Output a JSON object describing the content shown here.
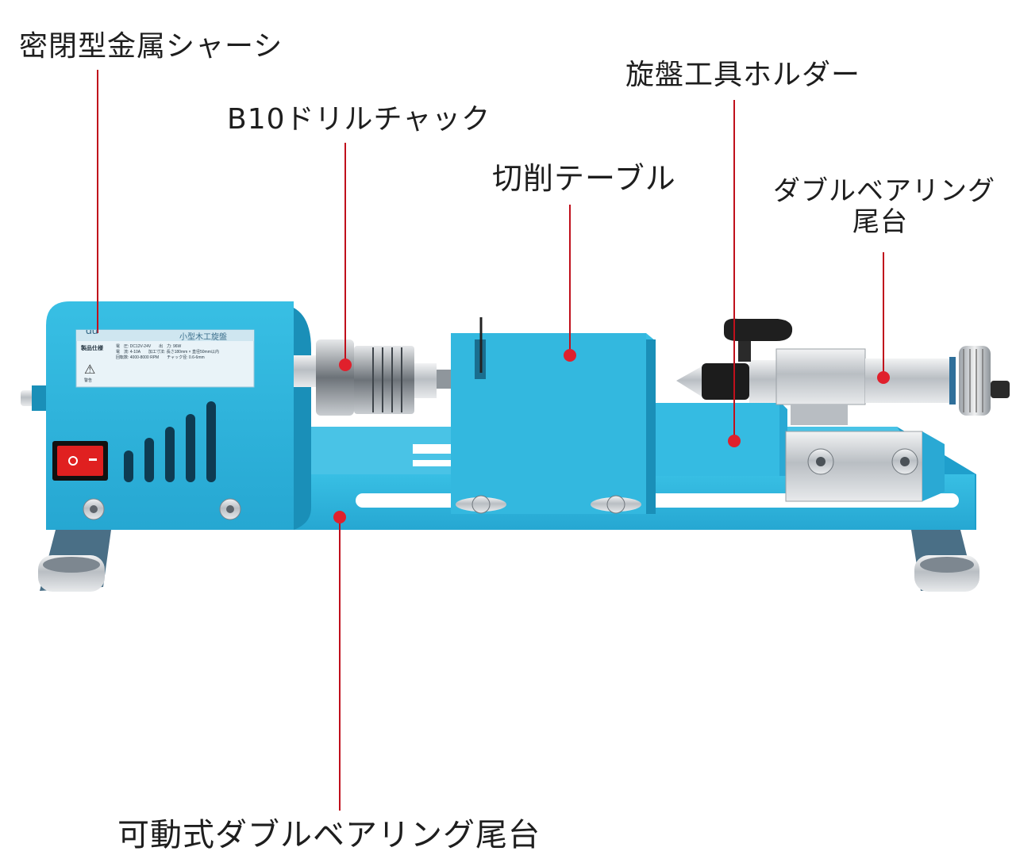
{
  "callouts": {
    "chassis": "密閉型金属シャーシ",
    "chuck": "B10ドリルチャック",
    "table": "切削テーブル",
    "tool_holder": "旋盤工具ホルダー",
    "tailstock_line1": "ダブルベアリング",
    "tailstock_line2": "尾台",
    "movable_tailstock": "可動式ダブルベアリング尾台"
  },
  "machine": {
    "brand_mark": "du",
    "product_name": "小型木工旋盤",
    "spec_heading": "製品仕様",
    "spec_rows": [
      "電　圧: DC12V-24V　　出　力: 96W",
      "電　流: 4-10A　　加工寸法: 長さ180mm × 直径50mm以内",
      "回転数: 4000-8000 RPM　　チャック径: 0.6-6mm"
    ],
    "warning_text": "警告"
  },
  "colors": {
    "body_blue": "#2bb0d8",
    "body_blue_dark": "#1a8fb8",
    "marker_red": "#e0202c",
    "leader_red": "#c0101c",
    "switch_red": "#e02020",
    "metal": "#c8ccd0"
  }
}
